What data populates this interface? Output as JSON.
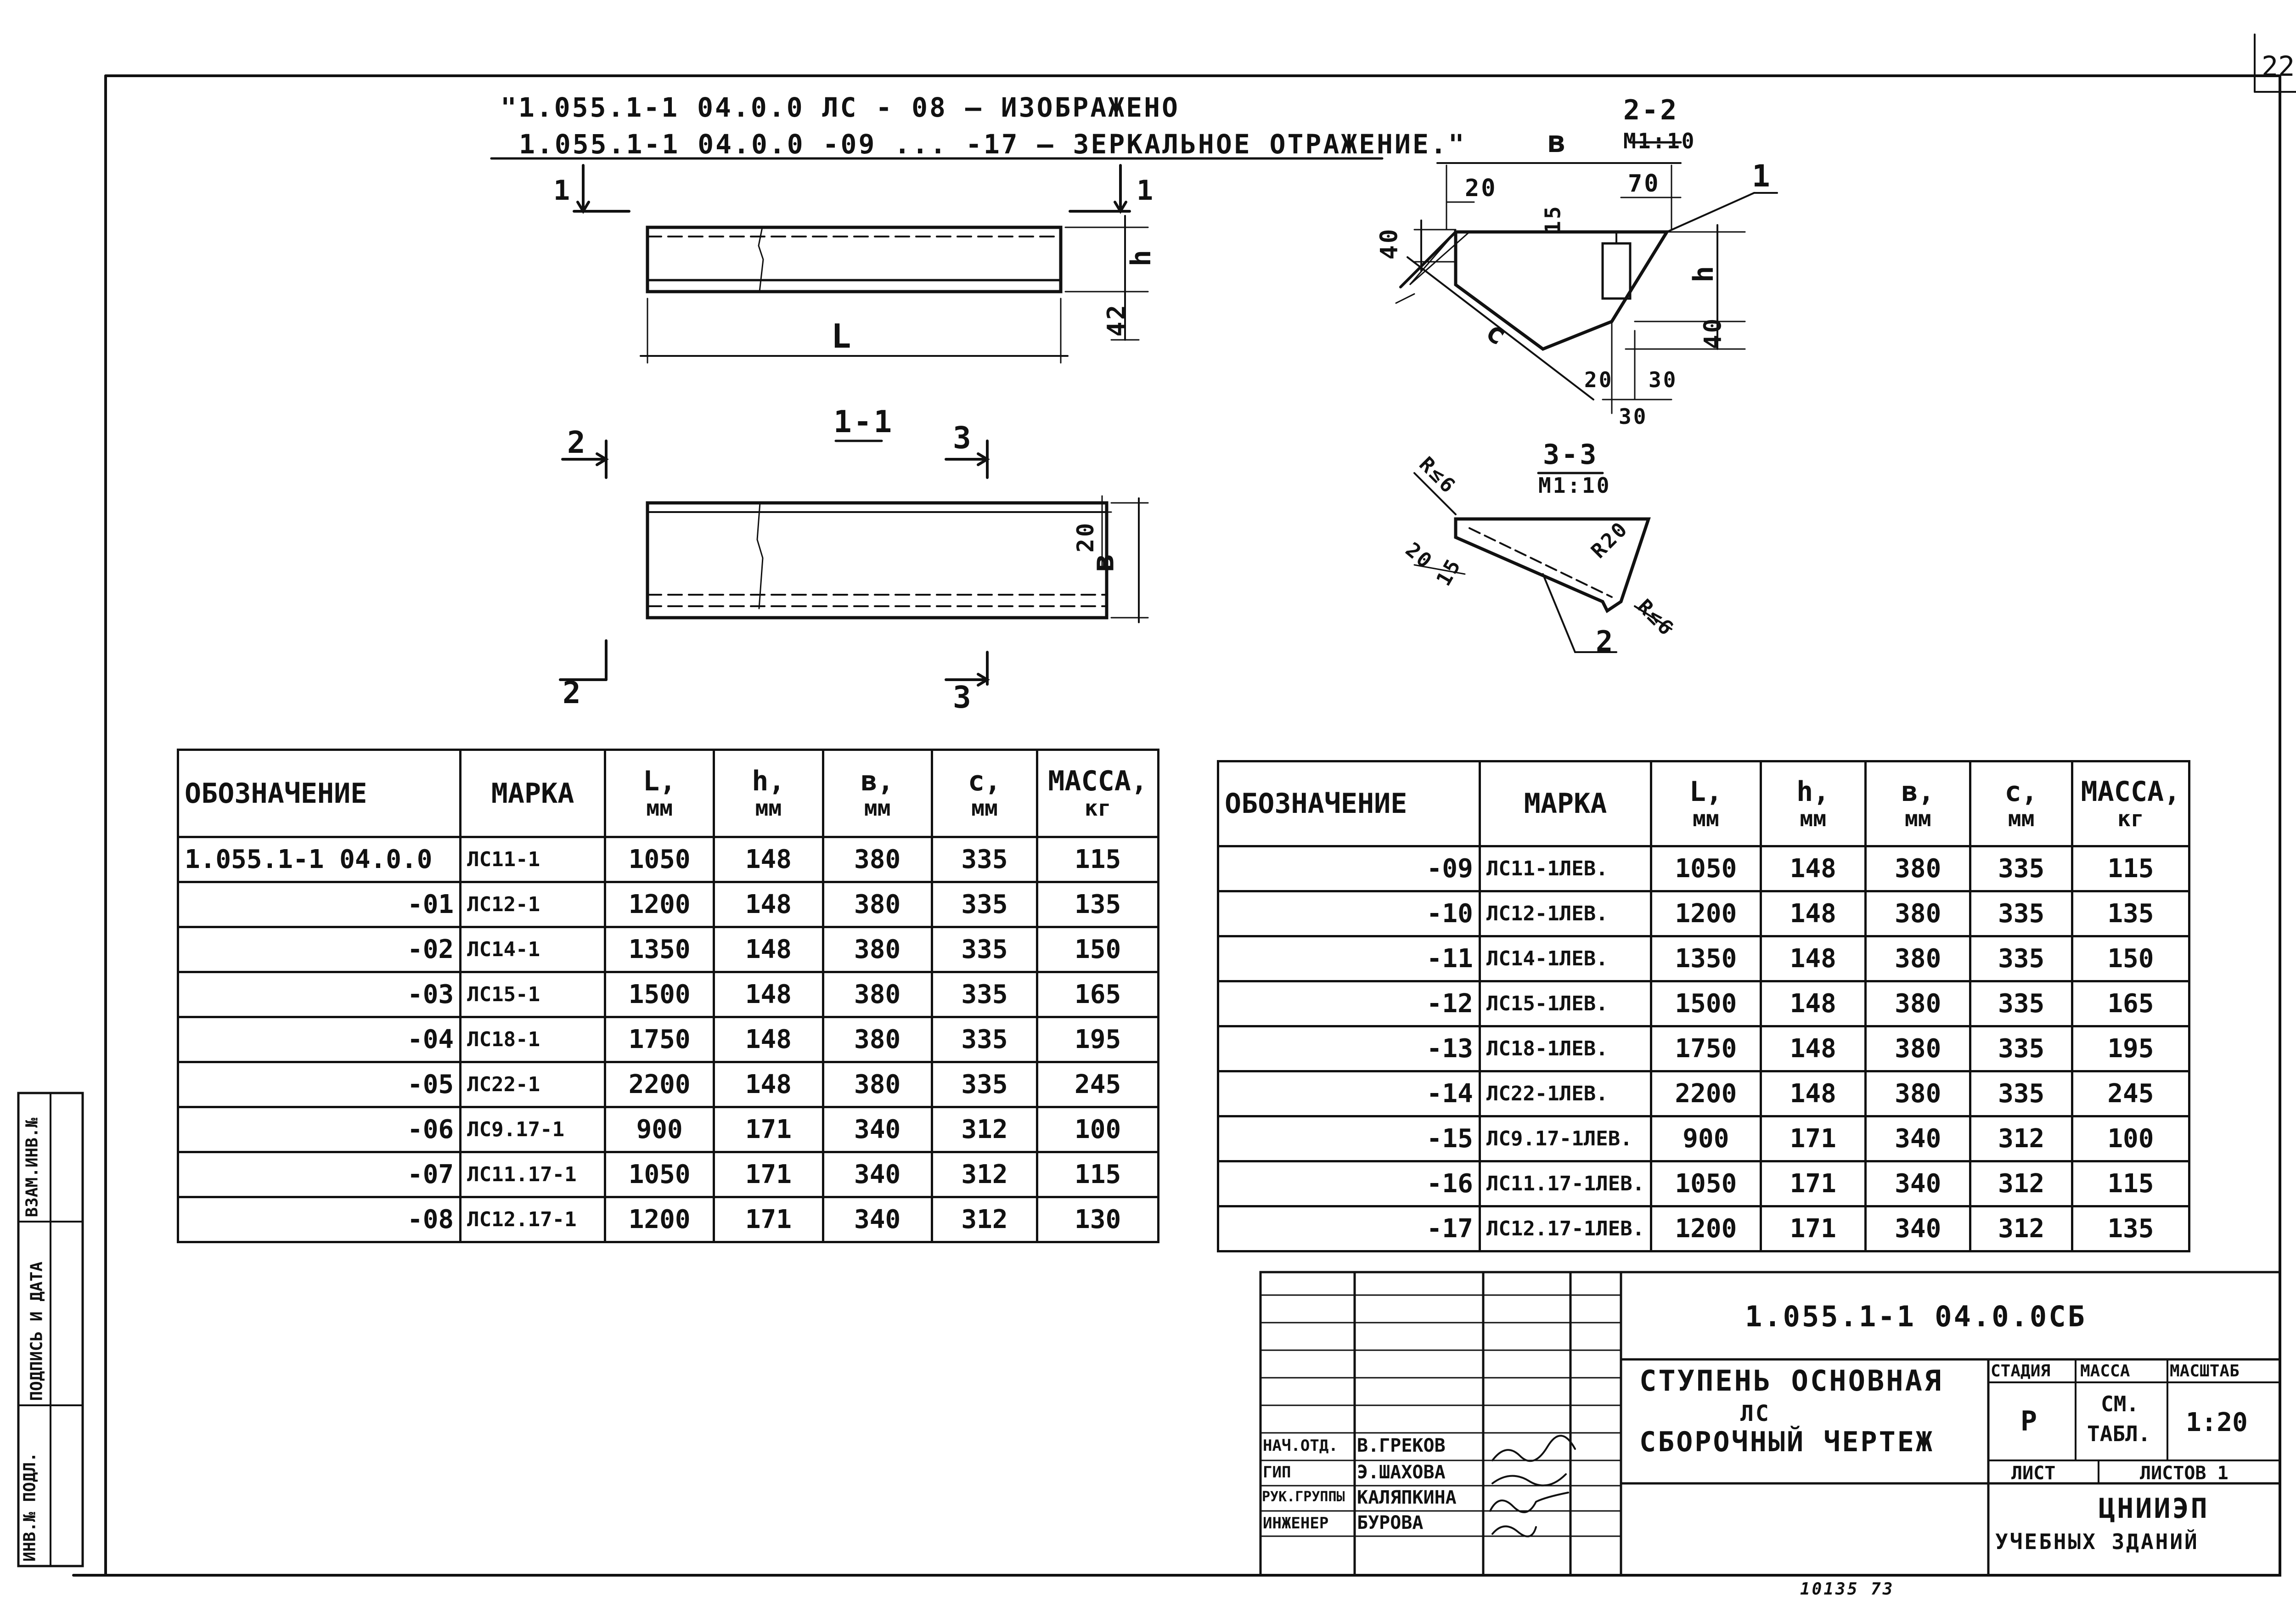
{
  "page_number": "22",
  "header": {
    "line1": "\"1.055.1-1 04.0.0 ЛС - 08 — ИЗОБРАЖЕНО",
    "line2": "1.055.1-1 04.0.0 -09 ... -17 — ЗЕРКАЛЬНОЕ ОТРАЖЕНИЕ.\""
  },
  "drawings": {
    "front": {
      "section_mark": "1",
      "dim_L": "L",
      "dim_h": "h",
      "dim_42": "42"
    },
    "plan": {
      "title": "1-1",
      "mark2": "2",
      "mark3": "3",
      "dim_20": "20",
      "dim_b": "в"
    },
    "section22": {
      "title": "2-2",
      "scale": "М1:10",
      "dim_b": "в",
      "dim_20": "20",
      "dim_70": "70",
      "dim_15": "15",
      "dim_40_left": "40",
      "dim_h": "h",
      "dim_40_right": "40",
      "dim_c": "c",
      "dim_20_bottom": "20",
      "dim_30": "30",
      "dim_30_bottom": "30",
      "callout": "1"
    },
    "section33": {
      "title": "3-3",
      "scale": "М1:10",
      "r6_top": "R≤6",
      "r20": "R20",
      "dim_20": "20",
      "dim_15": "15",
      "r6_bottom": "R≤6",
      "callout": "2"
    }
  },
  "table_left": {
    "headers": [
      {
        "name": "ОБОЗНАЧЕНИЕ",
        "unit": ""
      },
      {
        "name": "МАРКА",
        "unit": ""
      },
      {
        "name": "L,",
        "unit": "мм"
      },
      {
        "name": "h,",
        "unit": "мм"
      },
      {
        "name": "в,",
        "unit": "мм"
      },
      {
        "name": "с,",
        "unit": "мм"
      },
      {
        "name": "МАССА,",
        "unit": "кг"
      }
    ],
    "rows": [
      [
        "1.055.1-1 04.0.0",
        "ЛС11-1",
        "1050",
        "148",
        "380",
        "335",
        "115"
      ],
      [
        "-01",
        "ЛС12-1",
        "1200",
        "148",
        "380",
        "335",
        "135"
      ],
      [
        "-02",
        "ЛС14-1",
        "1350",
        "148",
        "380",
        "335",
        "150"
      ],
      [
        "-03",
        "ЛС15-1",
        "1500",
        "148",
        "380",
        "335",
        "165"
      ],
      [
        "-04",
        "ЛС18-1",
        "1750",
        "148",
        "380",
        "335",
        "195"
      ],
      [
        "-05",
        "ЛС22-1",
        "2200",
        "148",
        "380",
        "335",
        "245"
      ],
      [
        "-06",
        "ЛС9.17-1",
        "900",
        "171",
        "340",
        "312",
        "100"
      ],
      [
        "-07",
        "ЛС11.17-1",
        "1050",
        "171",
        "340",
        "312",
        "115"
      ],
      [
        "-08",
        "ЛС12.17-1",
        "1200",
        "171",
        "340",
        "312",
        "130"
      ]
    ]
  },
  "table_right": {
    "headers": [
      {
        "name": "ОБОЗНАЧЕНИЕ",
        "unit": ""
      },
      {
        "name": "МАРКА",
        "unit": ""
      },
      {
        "name": "L,",
        "unit": "мм"
      },
      {
        "name": "h,",
        "unit": "мм"
      },
      {
        "name": "в,",
        "unit": "мм"
      },
      {
        "name": "с,",
        "unit": "мм"
      },
      {
        "name": "МАССА,",
        "unit": "кг"
      }
    ],
    "rows": [
      [
        "-09",
        "ЛС11-1ЛЕВ.",
        "1050",
        "148",
        "380",
        "335",
        "115"
      ],
      [
        "-10",
        "ЛС12-1ЛЕВ.",
        "1200",
        "148",
        "380",
        "335",
        "135"
      ],
      [
        "-11",
        "ЛС14-1ЛЕВ.",
        "1350",
        "148",
        "380",
        "335",
        "150"
      ],
      [
        "-12",
        "ЛС15-1ЛЕВ.",
        "1500",
        "148",
        "380",
        "335",
        "165"
      ],
      [
        "-13",
        "ЛС18-1ЛЕВ.",
        "1750",
        "148",
        "380",
        "335",
        "195"
      ],
      [
        "-14",
        "ЛС22-1ЛЕВ.",
        "2200",
        "148",
        "380",
        "335",
        "245"
      ],
      [
        "-15",
        "ЛС9.17-1ЛЕВ.",
        "900",
        "171",
        "340",
        "312",
        "100"
      ],
      [
        "-16",
        "ЛС11.17-1ЛЕВ.",
        "1050",
        "171",
        "340",
        "312",
        "115"
      ],
      [
        "-17",
        "ЛС12.17-1ЛЕВ.",
        "1200",
        "171",
        "340",
        "312",
        "135"
      ]
    ]
  },
  "title_block": {
    "doc_code": "1.055.1-1 04.0.0СБ",
    "title_line1": "СТУПЕНЬ ОСНОВНАЯ",
    "title_line2": "ЛС",
    "title_line3": "СБОРОЧНЫЙ ЧЕРТЕЖ",
    "stage_label": "СТАДИЯ",
    "mass_label": "МАССА",
    "scale_label": "МАСШТАБ",
    "stage_value": "Р",
    "mass_value_line1": "СМ.",
    "mass_value_line2": "ТАБЛ.",
    "scale_value": "1:20",
    "sheet_label": "ЛИСТ",
    "sheets_label": "ЛИСТОВ 1",
    "org_line1": "ЦНИИЭП",
    "org_line2": "УЧЕБНЫХ ЗДАНИЙ",
    "people": [
      {
        "role": "НАЧ.ОТД.",
        "name": "В.ГРЕКОВ"
      },
      {
        "role": "ГИП",
        "name": "Э.ШАХОВА"
      },
      {
        "role": "РУК.ГРУППЫ",
        "name": "КАЛЯПКИНА"
      },
      {
        "role": "ИНЖЕНЕР",
        "name": "БУРОВА"
      }
    ]
  },
  "side_stamp": {
    "inv_original": "ИНВ.№ ПОДЛ.",
    "sign_date": "ПОДПИСЬ И ДАТА",
    "inv_replace": "ВЗАМ.ИНВ.№"
  },
  "bottom_note": "10135 73"
}
